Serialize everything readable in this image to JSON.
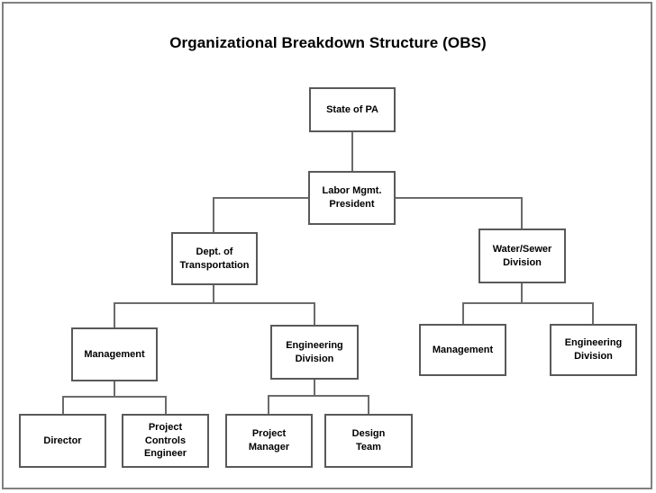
{
  "page": {
    "title": "Organizational Breakdown Structure (OBS)",
    "border_color": "#808080",
    "background_color": "#ffffff",
    "node_border_color": "#595959",
    "connector_color": "#6b6b6b",
    "text_color": "#000000"
  },
  "chart_data": {
    "type": "diagram",
    "diagram_type": "organizational-breakdown-structure",
    "title": "Organizational Breakdown Structure (OBS)",
    "orientation": "top-down",
    "levels": 5,
    "nodes": [
      {
        "id": "state-of-pa",
        "label": "State of PA",
        "level": 0,
        "parent": null
      },
      {
        "id": "labor-mgmt-president",
        "label": "Labor Mgmt. President",
        "level": 1,
        "parent": "state-of-pa"
      },
      {
        "id": "dept-of-transportation",
        "label": "Dept. of Transportation",
        "level": 2,
        "parent": "labor-mgmt-president"
      },
      {
        "id": "water-sewer-division",
        "label": "Water/Sewer Division",
        "level": 2,
        "parent": "labor-mgmt-president"
      },
      {
        "id": "dot-management",
        "label": "Management",
        "level": 3,
        "parent": "dept-of-transportation"
      },
      {
        "id": "dot-engineering-division",
        "label": "Engineering Division",
        "level": 3,
        "parent": "dept-of-transportation"
      },
      {
        "id": "ws-management",
        "label": "Management",
        "level": 3,
        "parent": "water-sewer-division"
      },
      {
        "id": "ws-engineering-division",
        "label": "Engineering Division",
        "level": 3,
        "parent": "water-sewer-division"
      },
      {
        "id": "director",
        "label": "Director",
        "level": 4,
        "parent": "dot-management"
      },
      {
        "id": "project-controls-engineer",
        "label": "Project Controls Engineer",
        "level": 4,
        "parent": "dot-management"
      },
      {
        "id": "project-manager",
        "label": "Project Manager",
        "level": 4,
        "parent": "dot-engineering-division"
      },
      {
        "id": "design-team",
        "label": "Design Team",
        "level": 4,
        "parent": "dot-engineering-division"
      }
    ],
    "edges": [
      {
        "from": "state-of-pa",
        "to": "labor-mgmt-president"
      },
      {
        "from": "labor-mgmt-president",
        "to": "dept-of-transportation"
      },
      {
        "from": "labor-mgmt-president",
        "to": "water-sewer-division"
      },
      {
        "from": "dept-of-transportation",
        "to": "dot-management"
      },
      {
        "from": "dept-of-transportation",
        "to": "dot-engineering-division"
      },
      {
        "from": "water-sewer-division",
        "to": "ws-management"
      },
      {
        "from": "water-sewer-division",
        "to": "ws-engineering-division"
      },
      {
        "from": "dot-management",
        "to": "director"
      },
      {
        "from": "dot-management",
        "to": "project-controls-engineer"
      },
      {
        "from": "dot-engineering-division",
        "to": "project-manager"
      },
      {
        "from": "dot-engineering-division",
        "to": "design-team"
      }
    ]
  },
  "nodes": {
    "state_of_pa": {
      "label": "State of PA"
    },
    "labor_mgmt_president": {
      "line1": "Labor Mgmt.",
      "line2": "President"
    },
    "dept_of_transportation": {
      "line1": "Dept. of",
      "line2": "Transportation"
    },
    "water_sewer_division": {
      "line1": "Water/Sewer",
      "line2": "Division"
    },
    "dot_management": {
      "label": "Management"
    },
    "dot_engineering_division": {
      "line1": "Engineering",
      "line2": "Division"
    },
    "ws_management": {
      "label": "Management"
    },
    "ws_engineering_division": {
      "line1": "Engineering",
      "line2": "Division"
    },
    "director": {
      "label": "Director"
    },
    "project_controls_engineer": {
      "line1": "Project",
      "line2": "Controls",
      "line3": "Engineer"
    },
    "project_manager": {
      "line1": "Project",
      "line2": "Manager"
    },
    "design_team": {
      "line1": "Design",
      "line2": "Team"
    }
  }
}
